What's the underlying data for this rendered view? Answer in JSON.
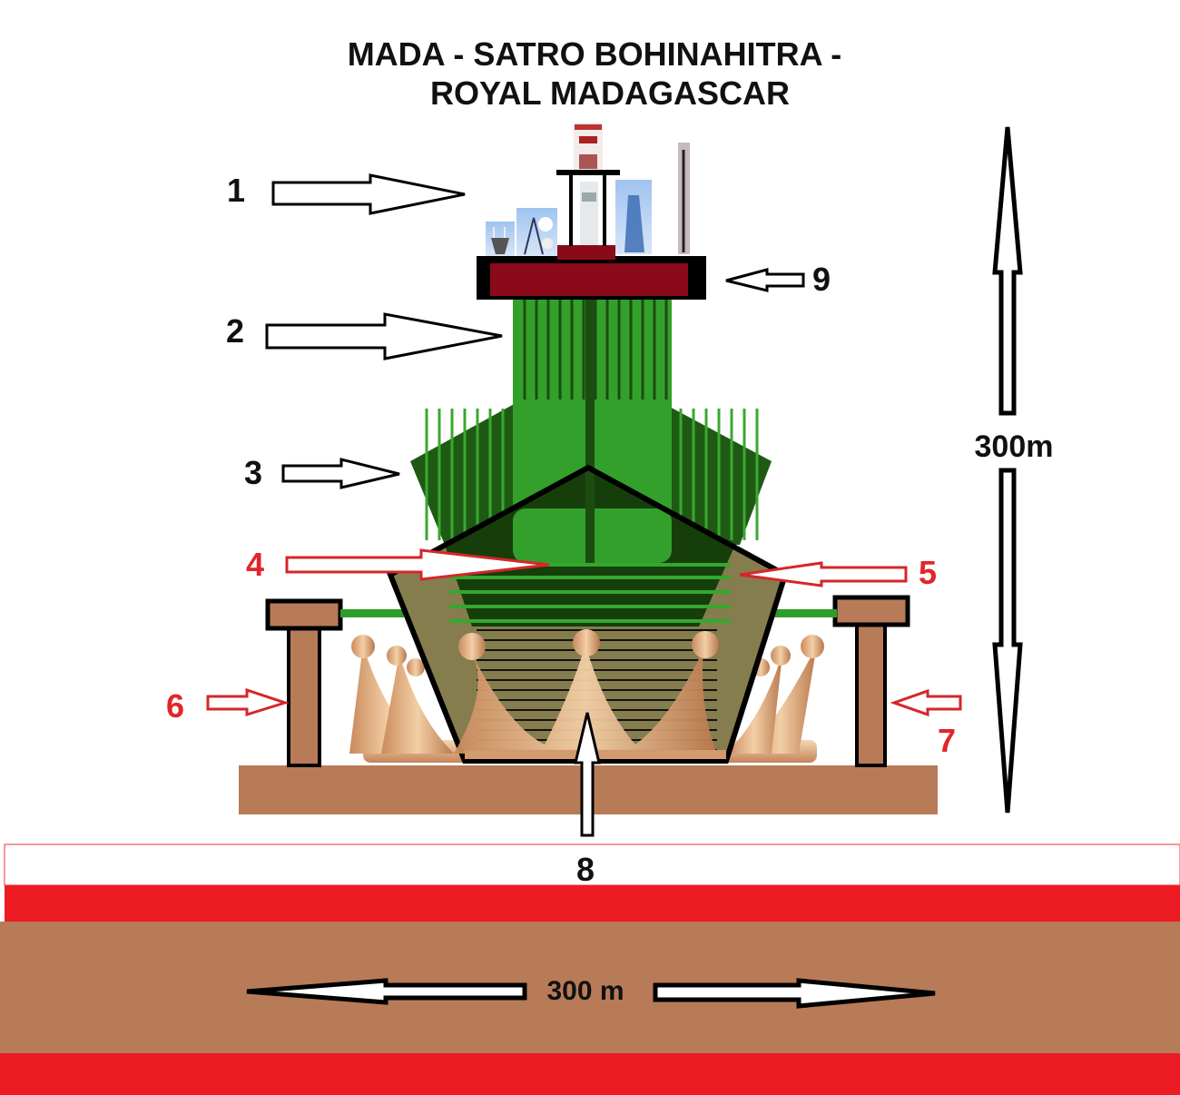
{
  "title": {
    "line1": "MADA  - SATRO BOHINAHITRA -",
    "line2": "ROYAL MADAGASCAR"
  },
  "callouts": [
    {
      "number": "1"
    },
    {
      "number": "2"
    },
    {
      "number": "3"
    },
    {
      "number": "4"
    },
    {
      "number": "5"
    },
    {
      "number": "6"
    },
    {
      "number": "7"
    },
    {
      "number": "8"
    },
    {
      "number": "9"
    }
  ],
  "dimensions": {
    "height_label": "300m",
    "width_label": "300 m"
  },
  "colors": {
    "ground_brown": "#b87b57",
    "stripe_red": "#ed1c24",
    "tower_green": "#33a02c",
    "dark_green": "#1c4a0e",
    "olive": "#857d4e",
    "maroon": "#8b0a1a",
    "gold": "#d9a47a",
    "callout_red": "#e0262a"
  },
  "icons": [
    "antenna-tower-icon",
    "satellite-dish-icon",
    "control-tower-icon",
    "radar-icon",
    "mast-icon",
    "crown-icon"
  ]
}
